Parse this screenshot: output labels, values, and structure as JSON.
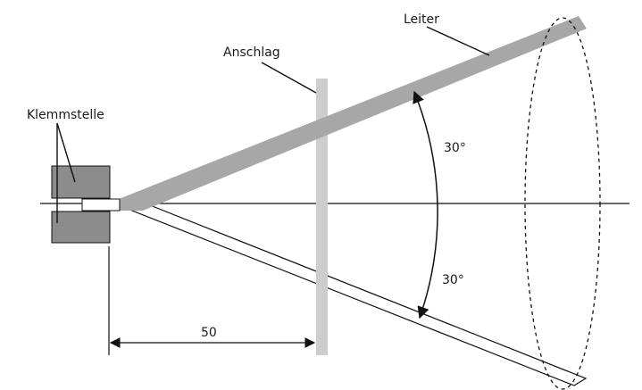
{
  "labels": {
    "conductor": "Leiter",
    "stop": "Anschlag",
    "clamp": "Klemmstelle",
    "angle_upper": "30°",
    "angle_lower": "30°",
    "distance": "50"
  },
  "colors": {
    "conductor_fill": "#a7a7a7",
    "clamp_fill": "#8c8c8c",
    "stop_fill": "#cdcdcd",
    "line": "#111111"
  }
}
